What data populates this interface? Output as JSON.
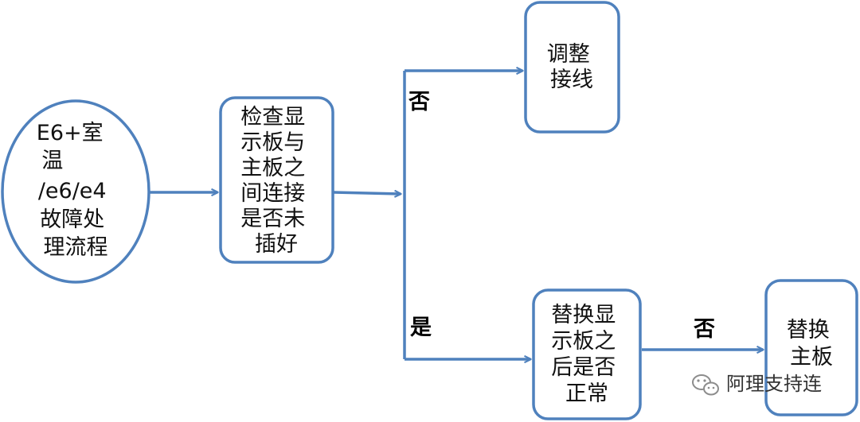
{
  "diagram": {
    "start_node": {
      "lines": [
        "E6+室",
        "温",
        "/e6/e4",
        "故障处",
        "理流程"
      ]
    },
    "check_node": {
      "lines": [
        "检查显",
        "示板与",
        "主板之",
        "间连接",
        "是否未",
        "插好"
      ]
    },
    "adjust_node": {
      "lines": [
        "调整",
        "接线"
      ]
    },
    "replace_display_node": {
      "lines": [
        "替换显",
        "示板之",
        "后是否",
        "正常"
      ]
    },
    "replace_main_node": {
      "lines": [
        "替换",
        "主板"
      ]
    },
    "labels": {
      "no_top": "否",
      "yes_bottom": "是",
      "no_right": "否"
    }
  },
  "watermark": {
    "text": "阿理支持连",
    "icon": "wechat-icon"
  },
  "colors": {
    "stroke": "#4f81bd",
    "text": "#111111"
  }
}
